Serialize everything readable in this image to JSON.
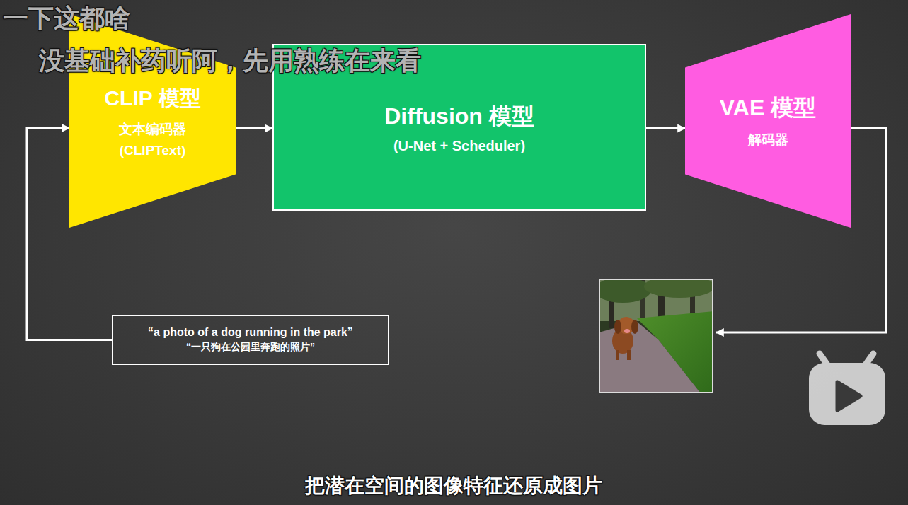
{
  "diagram": {
    "nodes": [
      {
        "text": [
          "CLIP 模型",
          "文本编码器",
          "(CLIPText)"
        ]
      },
      {
        "text": [
          "Diffusion 模型",
          "(U-Net + Scheduler)"
        ]
      },
      {
        "text": [
          "VAE 模型",
          "解码器"
        ]
      },
      {
        "text": [
          "“a photo of a dog running in the park”",
          "“一只狗在公园里奔跑的照片”"
        ]
      }
    ],
    "edges": [
      {
        "from": 3,
        "to": 0,
        "arrow": "to"
      },
      {
        "from": 0,
        "to": 1,
        "arrow": "to"
      },
      {
        "from": 1,
        "to": 2,
        "arrow": "to"
      }
    ],
    "labels": [
      "一下这都啥",
      "没基础补药听阿，先用熟练在来看",
      "把潜在空间的图像特征还原成图片"
    ]
  }
}
